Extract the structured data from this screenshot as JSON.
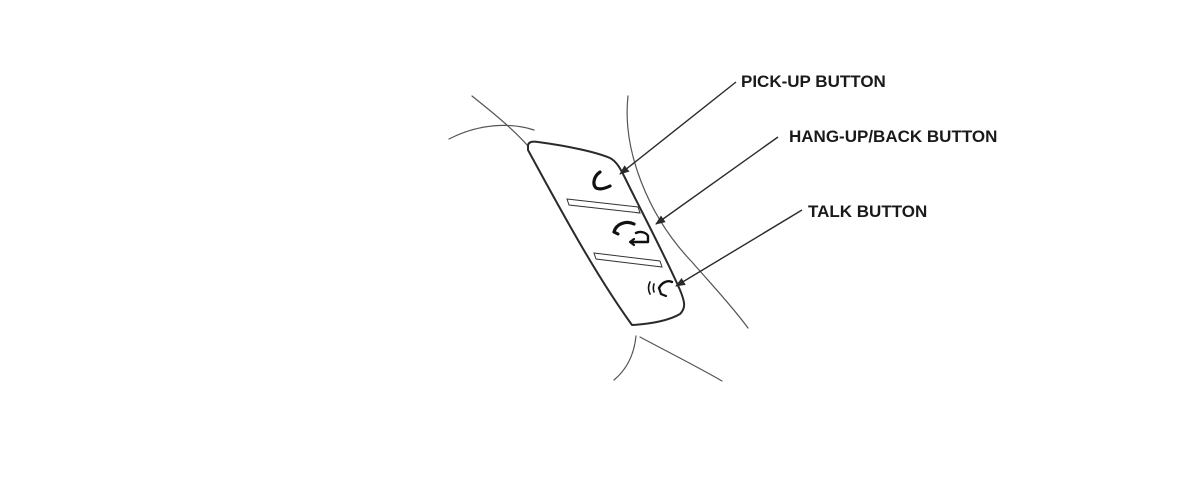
{
  "labels": {
    "pick_up": "PICK-UP BUTTON",
    "hang_up_back": "HANG-UP/BACK BUTTON",
    "talk": "TALK BUTTON"
  },
  "buttons": [
    {
      "name": "pick-up-button",
      "icon": "phone-pickup-icon"
    },
    {
      "name": "hang-up-back-button",
      "icon": "phone-hangup-back-icon"
    },
    {
      "name": "talk-button",
      "icon": "voice-talk-icon"
    }
  ],
  "colors": {
    "line": "#2a2a2a",
    "background": "#ffffff",
    "text": "#1a1a1a"
  }
}
